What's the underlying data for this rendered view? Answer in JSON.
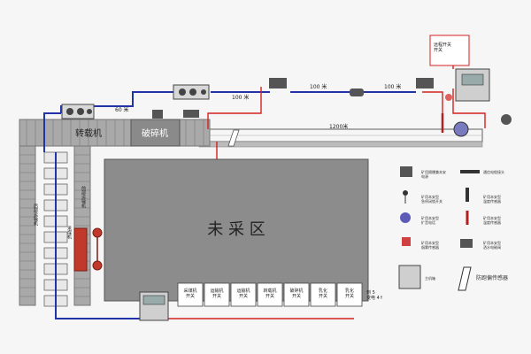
{
  "colors": {
    "belt": "#999999",
    "belt_dark": "#707070",
    "blue_line": "#2233aa",
    "red_line": "#d42020",
    "block": "#8c8c8c",
    "device": "#555555",
    "panel": "#cfcfcf"
  },
  "labels": {
    "unmined_area": "未 采 区",
    "crusher": "破碎机",
    "transfer": "转载机",
    "dist_60": "60 米",
    "dist_100_a": "100 米",
    "dist_100_b": "100 米",
    "dist_100_c": "100 米",
    "dist_1200": "1200米",
    "remote_box": "远程开关\n开关",
    "vertical_left": "后部运输机",
    "vertical_mid": "前部运输机",
    "vertical_center": "采煤机",
    "note_right": "到 5\n变电 4↑"
  },
  "bottom_switches": [
    "采煤机\n开关",
    "运输机\n开关",
    "运输机\n开关",
    "转载机\n开关",
    "破碎机\n开关",
    "乳化\n开关",
    "乳化\n开关"
  ],
  "legend": [
    {
      "icon": "monitor-icon",
      "label": "矿用隔爆兼本安\n电源"
    },
    {
      "icon": "cable-icon",
      "label": "通信电缆接头"
    },
    {
      "icon": "pin-icon",
      "label": "矿用本安型\n急停闭锁开关"
    },
    {
      "icon": "bottle-icon",
      "label": "矿用本安型\n温度传感器"
    },
    {
      "icon": "speaker-icon",
      "label": "矿用本安型\n扩音电话"
    },
    {
      "icon": "thermo-icon",
      "label": "矿用本安型\n温度传感器"
    },
    {
      "icon": "alarm-icon",
      "label": "矿用本安型\n烟雾传感器"
    },
    {
      "icon": "comb-icon",
      "label": "矿用本安型\n洒水电磁阀"
    },
    {
      "icon": "panel-icon",
      "label": "主机箱"
    },
    {
      "icon": "slash-icon",
      "label": "防跑偏传感器"
    }
  ]
}
